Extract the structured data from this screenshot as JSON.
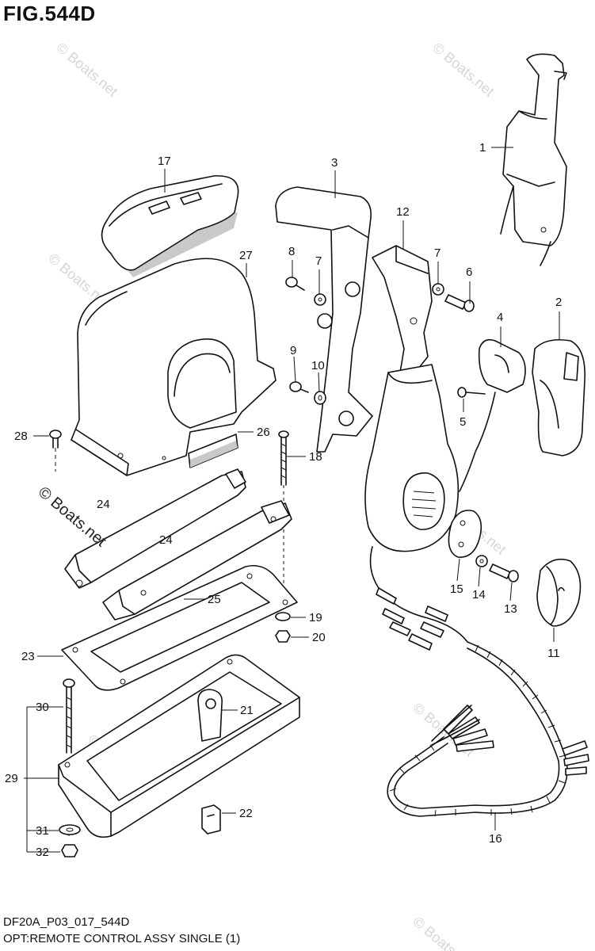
{
  "header": {
    "title": "FIG.544D"
  },
  "footer": {
    "code": "DF20A_P03_017_544D",
    "subtitle": "OPT:REMOTE CONTROL ASSY SINGLE (1)"
  },
  "watermark": {
    "text": "© Boats.net",
    "faint_text": "© Boats.net"
  },
  "callouts": [
    "1",
    "2",
    "3",
    "4",
    "5",
    "6",
    "7",
    "7",
    "8",
    "9",
    "10",
    "11",
    "12",
    "13",
    "14",
    "15",
    "16",
    "17",
    "18",
    "19",
    "20",
    "21",
    "22",
    "23",
    "24",
    "24",
    "25",
    "26",
    "27",
    "28",
    "29",
    "30",
    "31",
    "32"
  ],
  "colors": {
    "line": "#111111",
    "shadow": "#c9c9c9",
    "watermark": "#d6d6d6"
  }
}
